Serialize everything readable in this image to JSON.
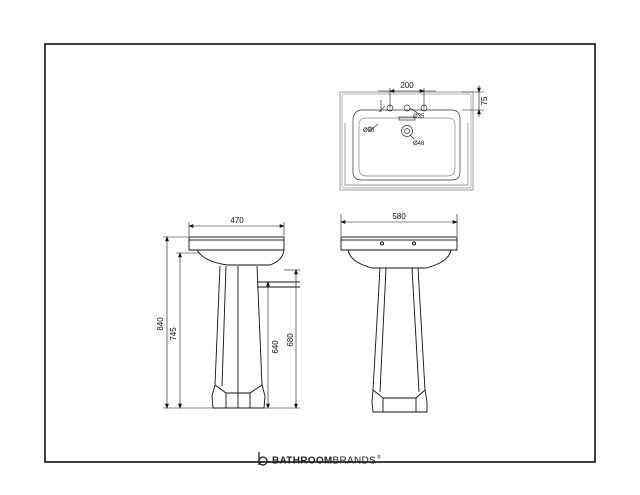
{
  "plan_view": {
    "tap_centres": "200",
    "rim_height": "75",
    "tap_hole": "Ø35",
    "overflow": "Ø30",
    "waste": "Ø48"
  },
  "side_view": {
    "depth": "470",
    "overall_height": "840",
    "basin_base_height": "745",
    "waste_outlet_height": "640",
    "pedestal_height": "680"
  },
  "front_view": {
    "width": "580"
  },
  "brand": {
    "bold": "BATHROOM",
    "regular": "BRANDS",
    "reg": "®"
  }
}
